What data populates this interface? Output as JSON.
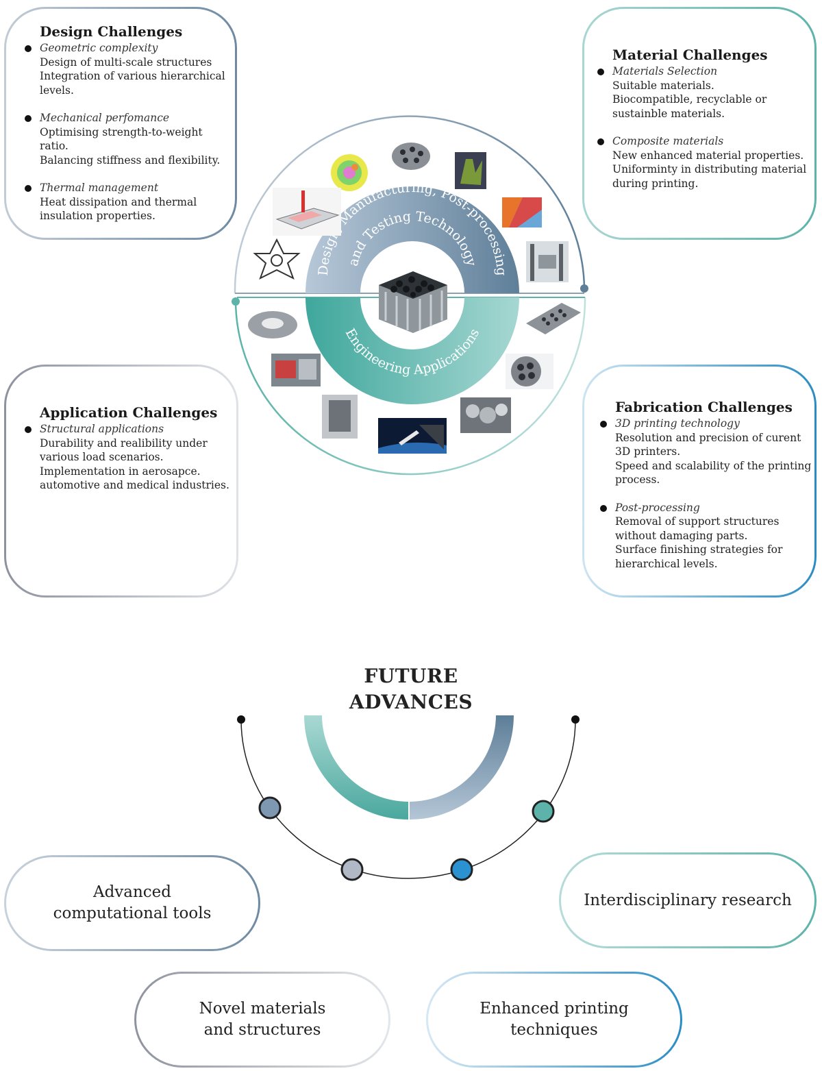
{
  "colors": {
    "teal": "#5fb6ad",
    "teal_light": "#9fd3cf",
    "slate": "#6f8ba3",
    "slate_light": "#b5c6d6",
    "blue": "#2a8cc4",
    "grey": "#9ca1ad"
  },
  "design": {
    "title": "Design Challenges",
    "sections": [
      {
        "sub": "Geometric complexity",
        "lines": [
          "Design of multi-scale structures",
          "Integration of various hierarchical levels."
        ]
      },
      {
        "sub": "Mechanical perfomance",
        "lines": [
          "Optimising strength-to-weight ratio.",
          "Balancing stiffness and flexibility."
        ]
      },
      {
        "sub": "Thermal management",
        "lines": [
          "Heat dissipation and thermal insulation properties."
        ]
      }
    ]
  },
  "material": {
    "title": "Material Challenges",
    "sections": [
      {
        "sub": "Materials Selection",
        "lines": [
          "Suitable materials.",
          "Biocompatible, recyclable or sustainble materials."
        ]
      },
      {
        "sub": "Composite materials",
        "lines": [
          "New enhanced material properties.",
          "Uniforminty in distributing material during  printing."
        ]
      }
    ]
  },
  "application": {
    "title": "Application Challenges",
    "sections": [
      {
        "sub": "Structural  applications",
        "lines": [
          "Durability and realibility under various load scenarios.",
          "Implementation in aerosapce. automotive and medical industries."
        ]
      }
    ]
  },
  "fabrication": {
    "title": "Fabrication Challenges",
    "sections": [
      {
        "sub": "3D printing technology",
        "lines": [
          "Resolution and precision of curent 3D printers.",
          "Speed and scalability of the printing process."
        ]
      },
      {
        "sub": "Post-processing",
        "lines": [
          "Removal of support structures without damaging parts.",
          "Surface finishing strategies for hierarchical levels."
        ]
      }
    ]
  },
  "center": {
    "upper_ring_text": "Design, Manufacturing, Post-processing",
    "upper_ring_text2": "and Testing Technology",
    "lower_ring_text": "Engineering Applications"
  },
  "future": {
    "title": "FUTURE\nADVANCES",
    "items": {
      "computational": "Advanced\ncomputational tools",
      "interdisciplinary": "Interdisciplinary research",
      "materials": "Novel materials\nand structures",
      "printing": "Enhanced printing\ntechniques"
    }
  }
}
